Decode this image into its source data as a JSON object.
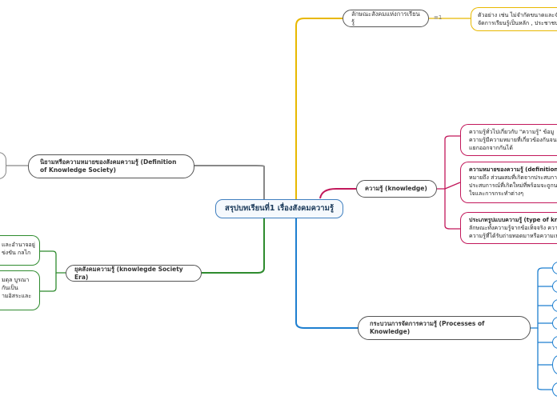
{
  "center": {
    "title": "สรุปบทเรียนที่1 เรื่องสังคมความรู้"
  },
  "branches": {
    "characteristics": {
      "label": "ลักษณะสังคมแห่งการเรียนรู้",
      "note_count": "1",
      "detail": [
        "ตัวอย่าง เช่น ไม่จำกัดขนาดและจำ",
        "จัดการเรียนรู้เป็นหลัก , ประชาชน"
      ]
    },
    "knowledge": {
      "label": "ความรู้ (knowledge)",
      "details": [
        [
          "ความรู้ทั่วไปเกี่ยวกับ \"ความรู้\" ข้อมู",
          "ความรู้มีความหมายที่เกี่ยวข้องกันจน",
          "แยกออกจากกันได้"
        ],
        [
          "ความหมายของความรู้ (definition",
          "หมายถึง ส่วนผสมที่เกิดจากประสบกา",
          "ประสบการณ์ที่เกิดใหม่ที่พร้อมจะถูกน",
          "ใจและการกระทำต่างๆ"
        ],
        [
          "ประเภทรูปแบบความรู้ (type of kn",
          "ลักษณะทั้งความรู้จากข้อเท็จจริง ควา",
          "ความรู้ที่ได้รับถ่ายทอดมาหรือความเป"
        ]
      ]
    },
    "processes": {
      "label": "กระบวนการจัดการความรู้ (Processes of Knowledge)"
    },
    "definition": {
      "label": "นิยามหรือความหมายของสังคมความรู้ (Definition of Knowledge Society)"
    },
    "era": {
      "label": "ยุคสังคมความรู้ (knowlegde Society Era)",
      "details": [
        [
          "และอำนาจอยู่",
          "ข่งขัน กลไก"
        ],
        [
          "มดุล บูรณา",
          "กันเป็น",
          "ามอิสระและ"
        ]
      ]
    }
  },
  "colors": {
    "yellow": "#e8b800",
    "red": "#c2185b",
    "blue": "#1e7fd0",
    "green": "#2e8b2e",
    "gray": "#888888"
  }
}
